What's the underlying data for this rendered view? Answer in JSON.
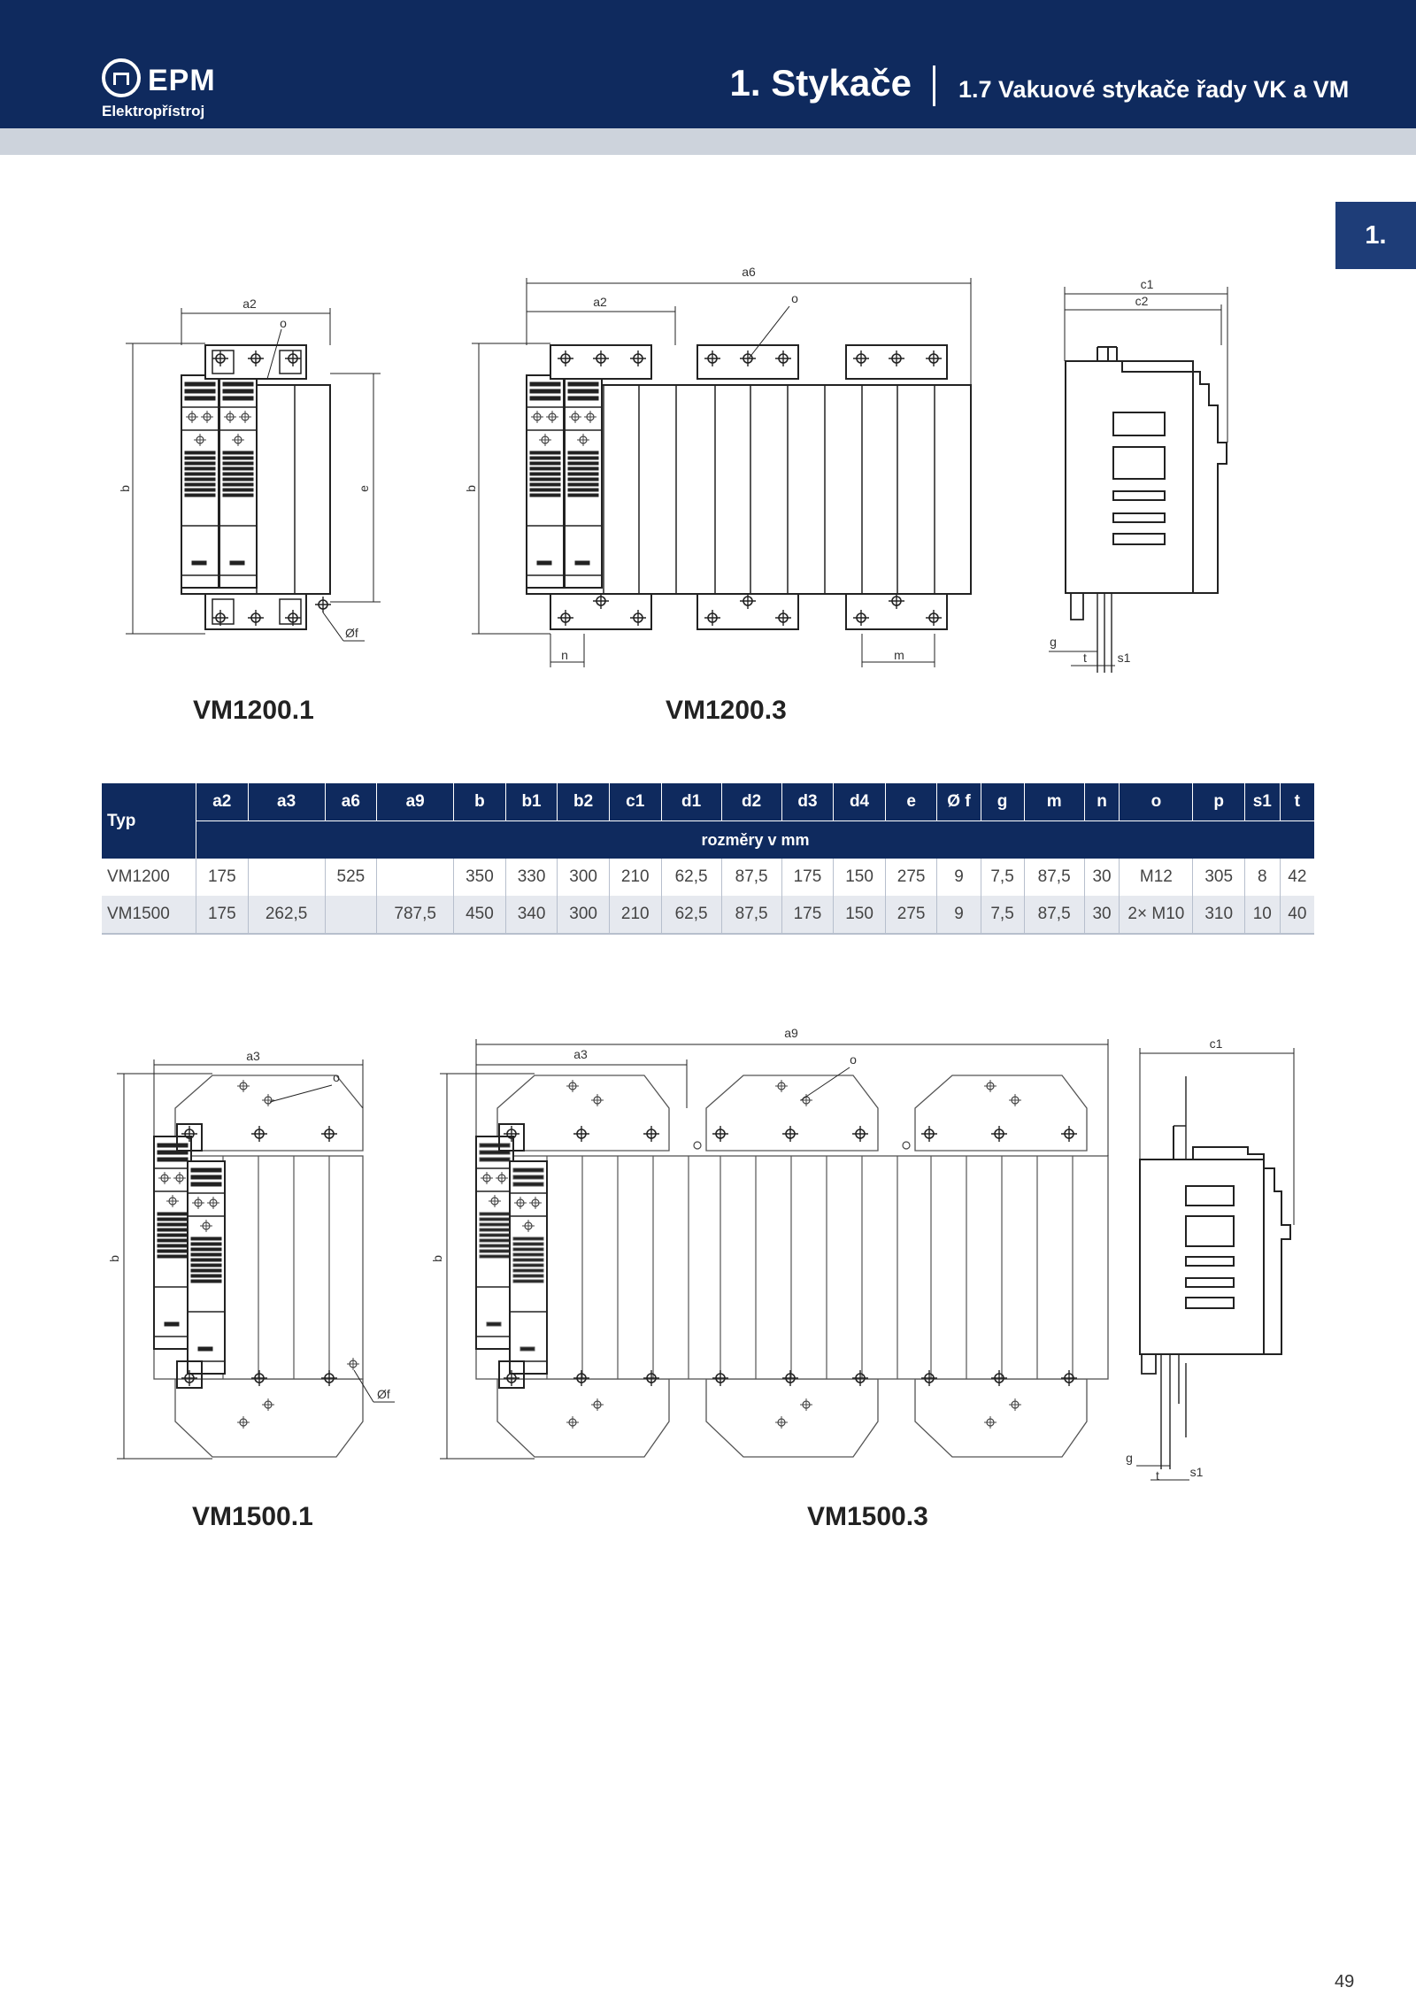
{
  "header": {
    "logo_text": "EPM",
    "logo_sub": "Elektropřístroj",
    "title": "1. Stykače",
    "subtitle": "1.7 Vakuové stykače řady VK a VM",
    "side_tab": "1."
  },
  "drawings": {
    "vm1200_1": {
      "caption": "VM1200.1",
      "labels": {
        "a2": "a2",
        "o": "o",
        "b": "b",
        "e": "e",
        "f": "Øf"
      }
    },
    "vm1200_3": {
      "caption": "VM1200.3",
      "labels": {
        "a6": "a6",
        "a2": "a2",
        "o": "o",
        "b": "b",
        "n": "n",
        "m": "m"
      }
    },
    "vm1200_side": {
      "labels": {
        "c1": "c1",
        "c2": "c2",
        "g": "g",
        "t": "t",
        "s1": "s1"
      }
    },
    "vm1500_1": {
      "caption": "VM1500.1",
      "labels": {
        "a3": "a3",
        "o": "o",
        "b": "b",
        "f": "Øf"
      }
    },
    "vm1500_3": {
      "caption": "VM1500.3",
      "labels": {
        "a9": "a9",
        "a3": "a3",
        "o": "o",
        "b": "b"
      }
    },
    "vm1500_side": {
      "labels": {
        "c1": "c1",
        "g": "g",
        "t": "t",
        "s1": "s1"
      }
    }
  },
  "table": {
    "typ_header": "Typ",
    "columns": [
      "a2",
      "a3",
      "a6",
      "a9",
      "b",
      "b1",
      "b2",
      "c1",
      "d1",
      "d2",
      "d3",
      "d4",
      "e",
      "Ø f",
      "g",
      "m",
      "n",
      "o",
      "p",
      "s1",
      "t"
    ],
    "units": "rozměry v mm",
    "rows": [
      {
        "typ": "VM1200",
        "cells": [
          "175",
          "",
          "525",
          "",
          "350",
          "330",
          "300",
          "210",
          "62,5",
          "87,5",
          "175",
          "150",
          "275",
          "9",
          "7,5",
          "87,5",
          "30",
          "M12",
          "305",
          "8",
          "42"
        ]
      },
      {
        "typ": "VM1500",
        "cells": [
          "175",
          "262,5",
          "",
          "787,5",
          "450",
          "340",
          "300",
          "210",
          "62,5",
          "87,5",
          "175",
          "150",
          "275",
          "9",
          "7,5",
          "87,5",
          "30",
          "2× M10",
          "310",
          "10",
          "40"
        ]
      }
    ]
  },
  "page_number": "49"
}
